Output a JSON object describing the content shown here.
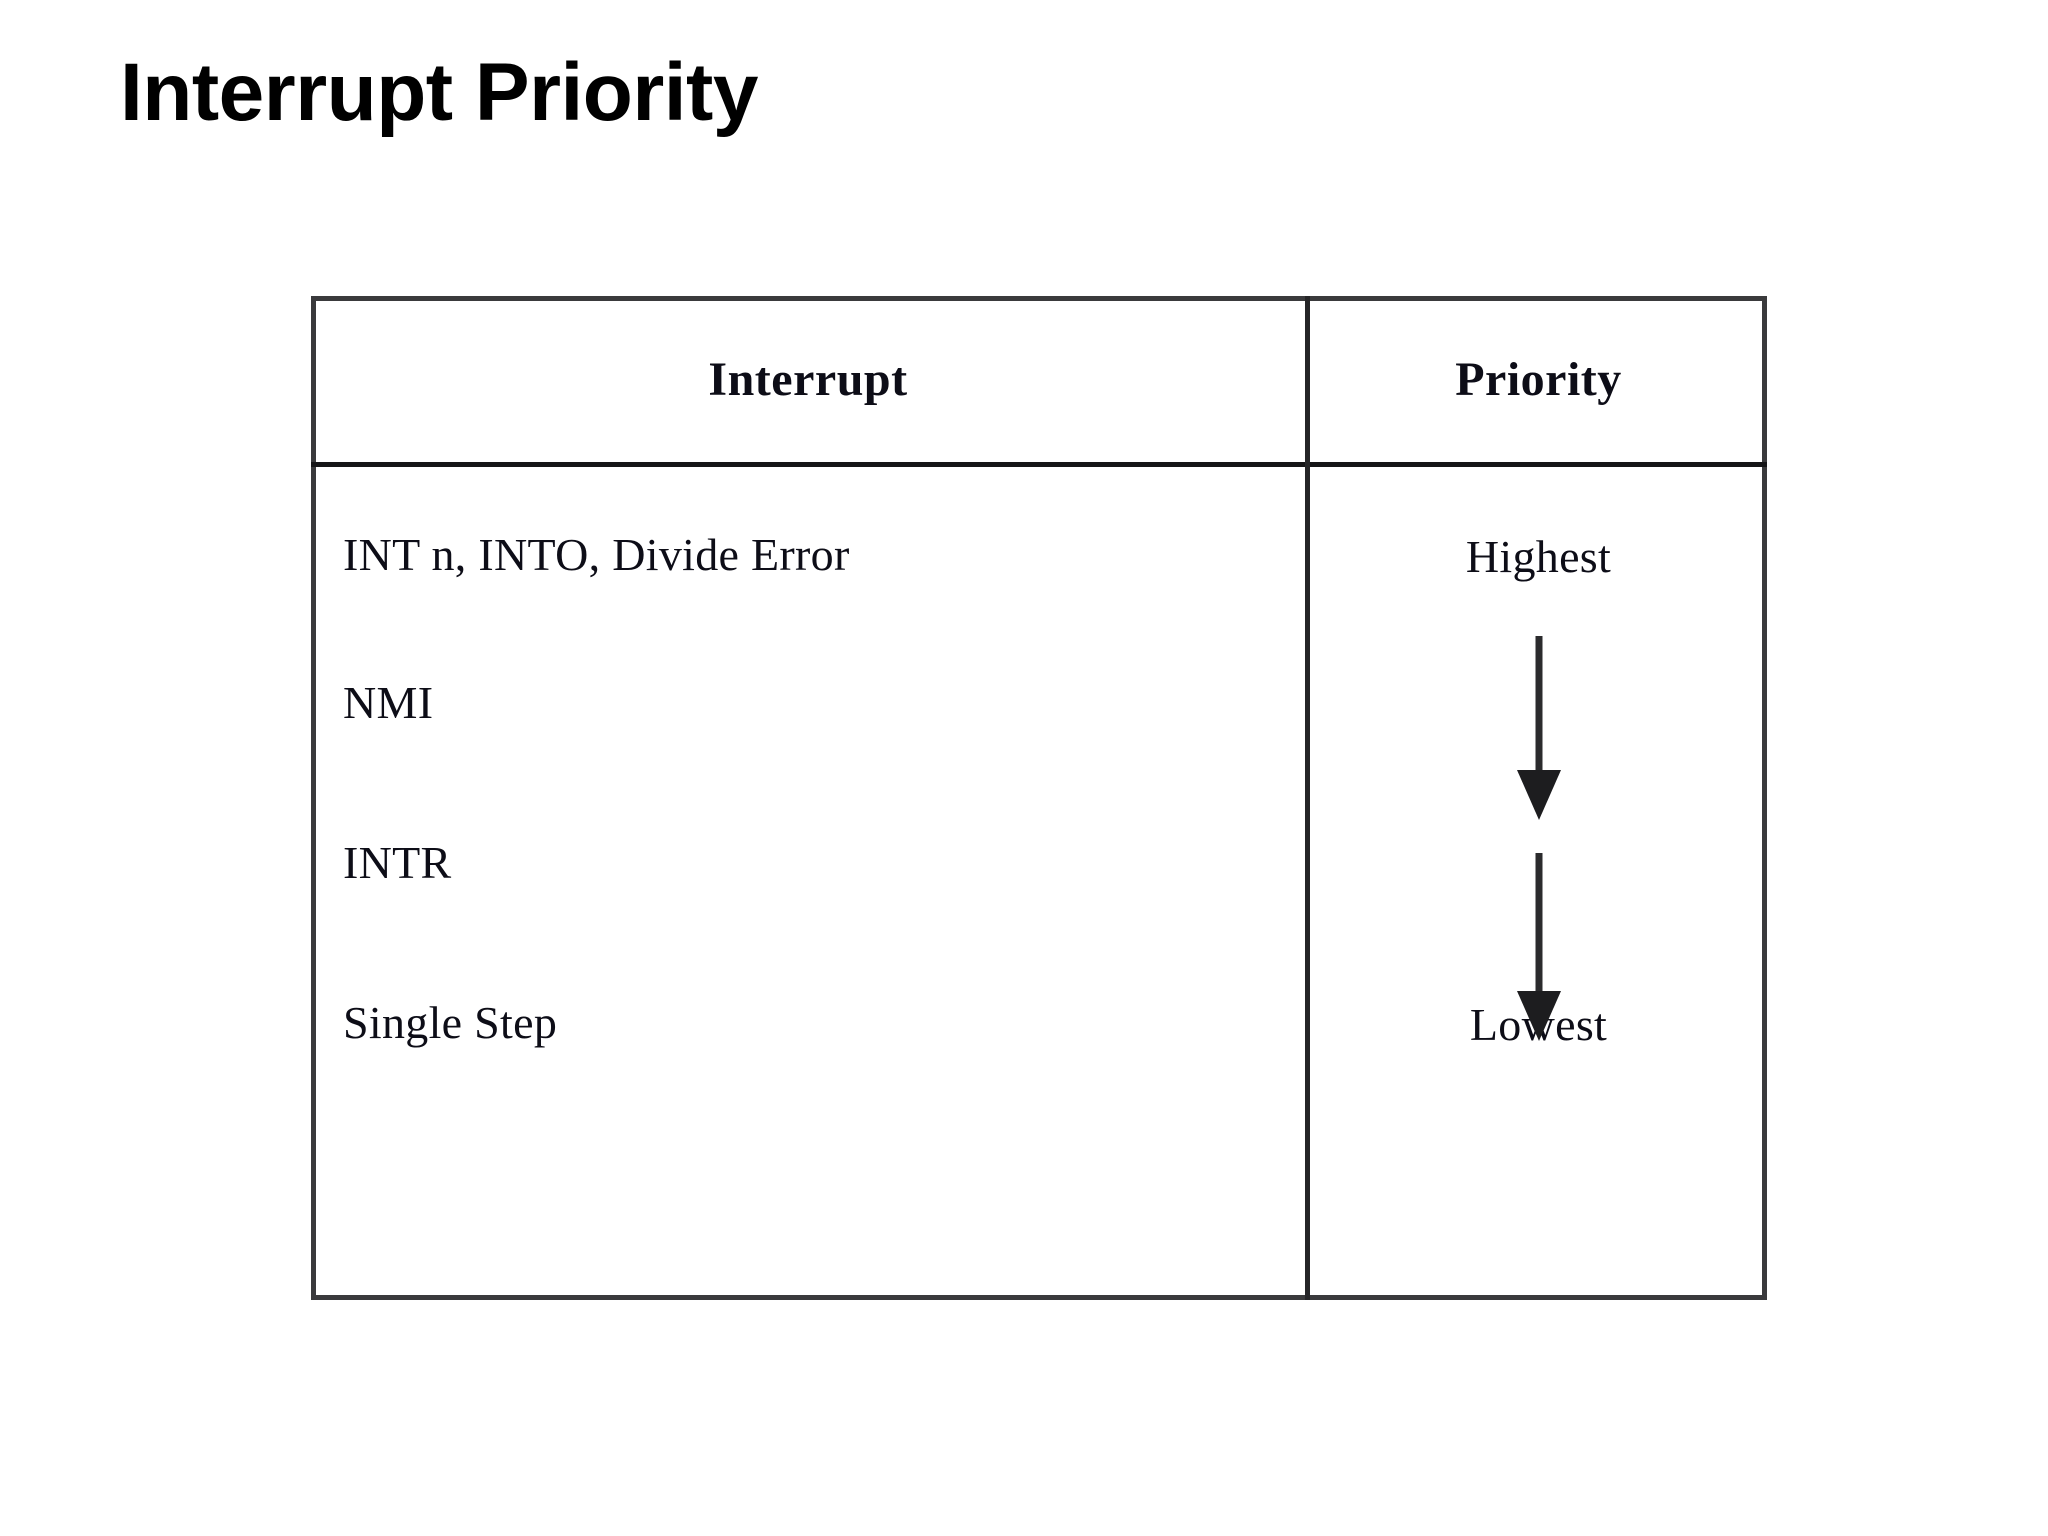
{
  "slide": {
    "title": "Interrupt Priority",
    "background_color": "#ffffff",
    "text_color": "#0d0d17"
  },
  "table": {
    "border_color": "#3a3a3c",
    "columns": [
      "Interrupt",
      "Priority"
    ],
    "rows": [
      {
        "interrupt": "INT n, INTO, Divide Error",
        "priority": "Highest"
      },
      {
        "interrupt": "NMI",
        "priority": ""
      },
      {
        "interrupt": "INTR",
        "priority": ""
      },
      {
        "interrupt": "Single Step",
        "priority": "Lowest"
      }
    ],
    "priority_arrows": [
      {
        "name": "priority-arrow-upper",
        "direction": "down"
      },
      {
        "name": "priority-arrow-lower",
        "direction": "down"
      }
    ]
  }
}
